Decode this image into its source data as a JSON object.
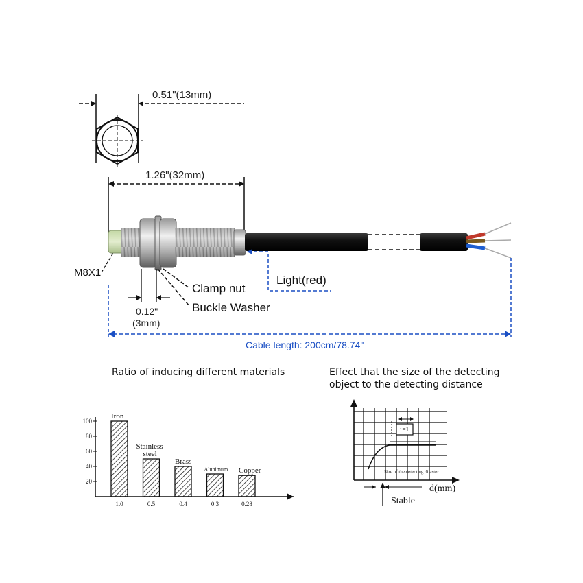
{
  "sensor": {
    "head_width_label": "0.51\"(13mm)",
    "body_length_label": "1.26\"(32mm)",
    "thread_label": "M8X1",
    "washer_thickness_label_line1": "0.12\"",
    "washer_thickness_label_line2": "(3mm)",
    "clamp_nut_label": "Clamp nut",
    "buckle_washer_label": "Buckle Washer",
    "light_label": "Light(red)",
    "cable_length_label": "Cable length: 200cm/78.74\"",
    "wire_colors": [
      "#c0392b",
      "#1f5fd1",
      "#7a5a1e"
    ]
  },
  "ratio_chart": {
    "heading": "Ratio of inducing different materials",
    "chart_data": {
      "type": "bar",
      "categories": [
        "Iron",
        "Stainless steel",
        "Brass",
        "Aluminum",
        "Copper"
      ],
      "category_labels": [
        [
          "Iron"
        ],
        [
          "Stainless",
          "steel"
        ],
        [
          "Brass"
        ],
        [
          "Alunimum"
        ],
        [
          "Copper"
        ]
      ],
      "x_tick_labels": [
        "1.0",
        "0.5",
        "0.4",
        "0.3",
        "0.28"
      ],
      "values": [
        100,
        50,
        40,
        30,
        28
      ],
      "y_ticks": [
        "100",
        "80",
        "60",
        "40",
        "20"
      ],
      "ylim": [
        0,
        100
      ]
    }
  },
  "distance_chart": {
    "heading_line1": "Effect that the size of the detecting",
    "heading_line2": "object to the detecting distance",
    "box_label": "↑=1",
    "inner_caption": "Size of the detecting ditaster",
    "x_axis_label": "d(mm)",
    "stable_label": "Stable"
  }
}
